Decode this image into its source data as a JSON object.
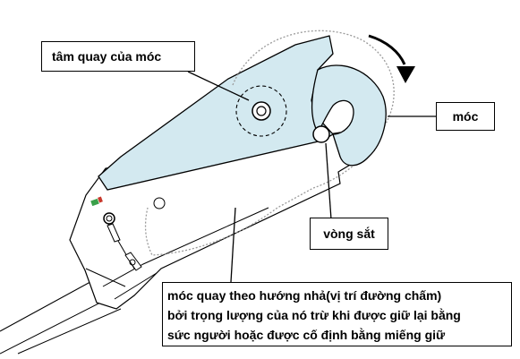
{
  "labels": {
    "pivot": "tâm quay của móc",
    "hook": "móc",
    "ring": "vòng sắt",
    "description": [
      "móc quay theo hướng nhả(vị trí đường chấm)",
      "bởi trọng lượng của nó trừ khi được giữ lại bằng",
      "sức người hoặc được cố định bằng miếng giữ"
    ]
  },
  "colors": {
    "housing_fill": "#d3e9f0",
    "outline": "#000000",
    "dotted_outline": "#9a9a9a",
    "marker_red": "#c8372b",
    "marker_green": "#3aa04a"
  }
}
